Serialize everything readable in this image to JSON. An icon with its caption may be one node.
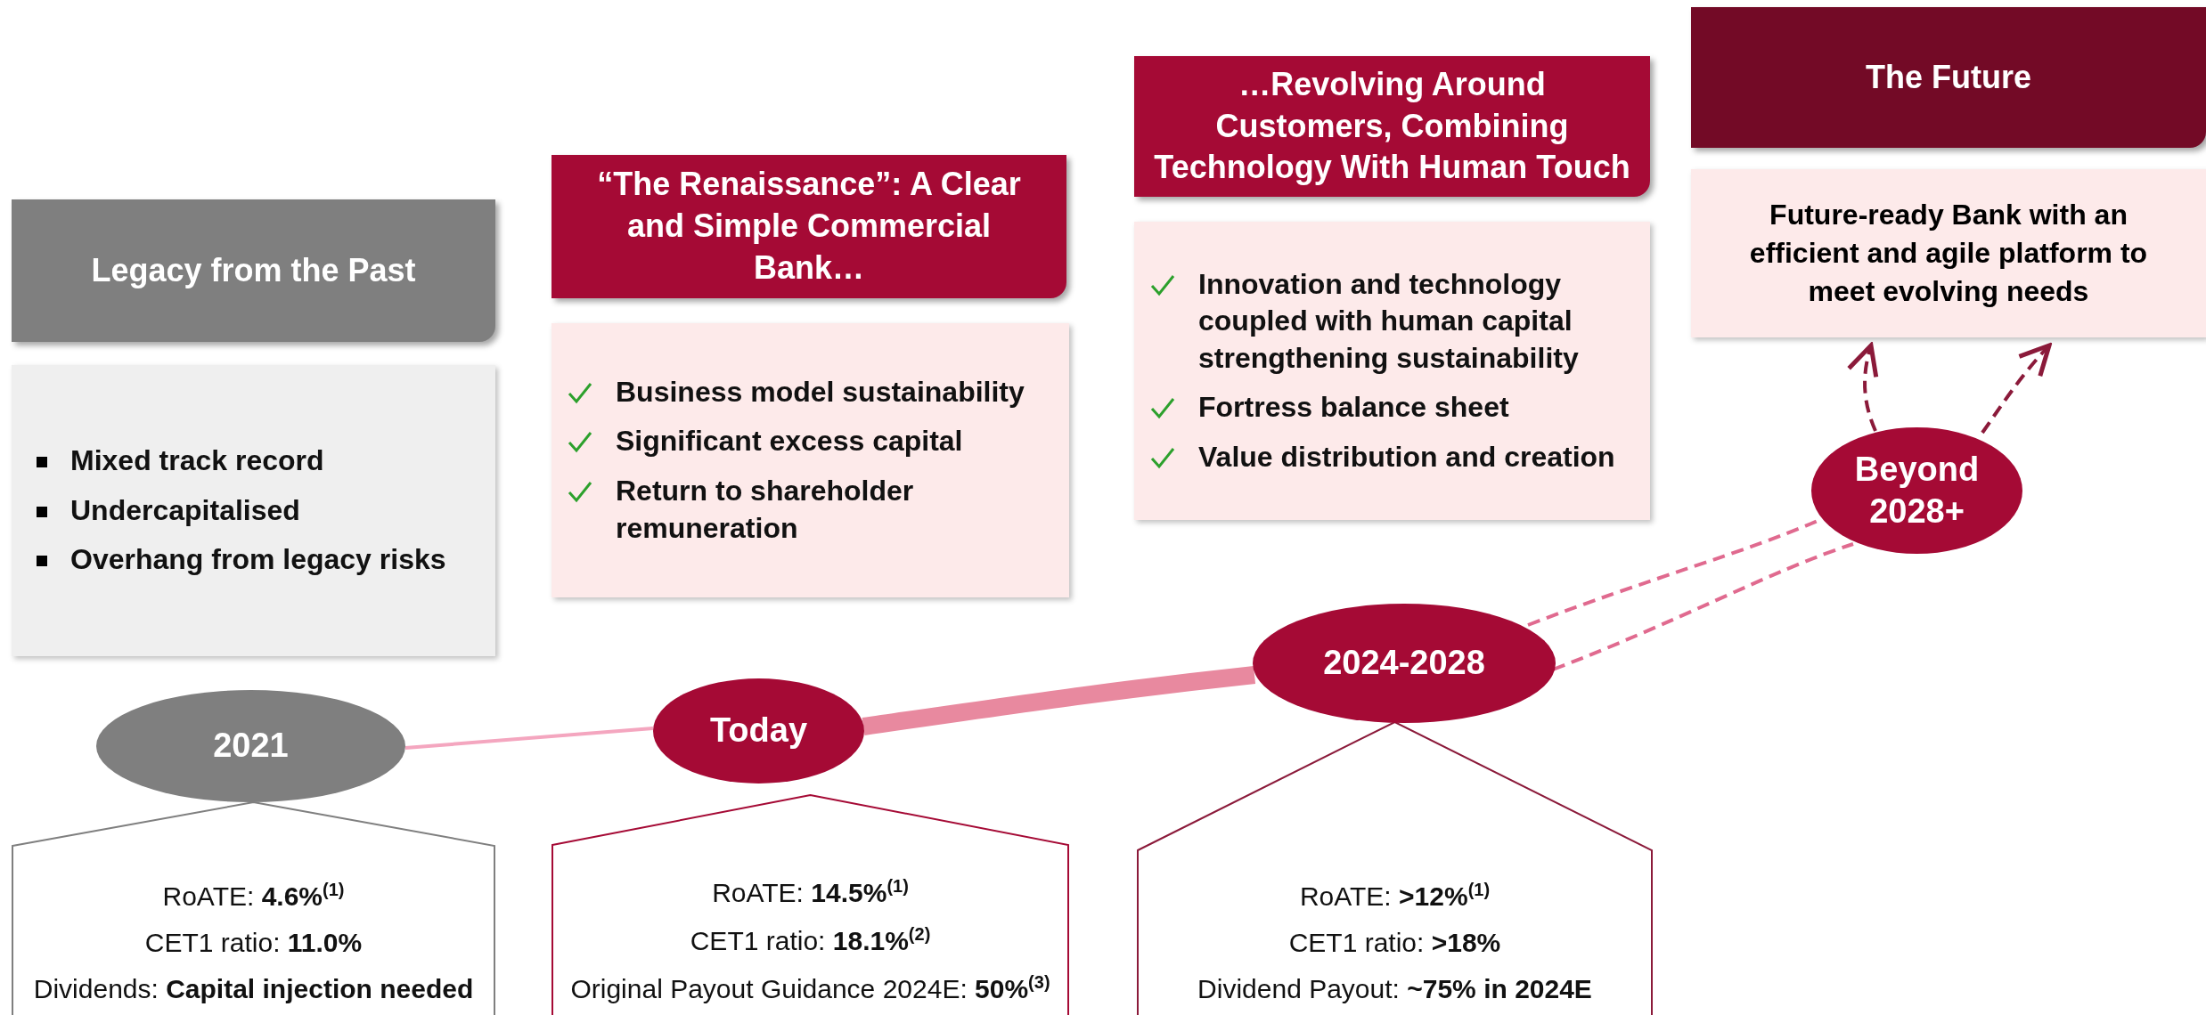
{
  "diagram": {
    "nodes": [
      {
        "text": [
          "Legacy from the Past"
        ]
      },
      {
        "text": [
          "Mixed track record",
          "Undercapitalised",
          "Overhang from legacy risks"
        ]
      },
      {
        "text": [
          "“The Renaissance”: A Clear and Simple Commercial Bank…"
        ]
      },
      {
        "text": [
          "Business model sustainability",
          "Significant excess capital",
          "Return to shareholder remuneration"
        ]
      },
      {
        "text": [
          "…Revolving Around Customers, Combining Technology With Human Touch"
        ]
      },
      {
        "text": [
          "Innovation and technology coupled with human capital strengthening sustainability",
          "Fortress balance sheet",
          "Value distribution and creation"
        ]
      },
      {
        "text": [
          "The Future"
        ]
      },
      {
        "text": [
          "Future-ready Bank with an efficient and agile platform to meet evolving needs"
        ]
      },
      {
        "text": [
          "2021"
        ]
      },
      {
        "text": [
          "Today"
        ]
      },
      {
        "text": [
          "2024-2028"
        ]
      },
      {
        "text": [
          "Beyond 2028+"
        ]
      },
      {
        "text": [
          "RoATE: **4.6%**$^{(1)}$",
          "CET1 ratio: **11.0%**",
          "Dividends: **Capital injection needed**"
        ]
      },
      {
        "text": [
          "RoATE: **14.5%**$^{(1)}$",
          "CET1 ratio: **18.1%**$^{(2)}$",
          "Original Payout Guidance 2024E: **50%**$^{(3)}$"
        ]
      },
      {
        "text": [
          "RoATE: **>12%**$^{(1)}$",
          "CET1 ratio: **>18%**",
          "Dividend Payout: **~75% in 2024E**"
        ]
      }
    ],
    "edges": [
      {
        "from": 8,
        "to": 9,
        "arrow": "none",
        "color": "#f4a6bf"
      },
      {
        "from": 9,
        "to": 10,
        "arrow": "none",
        "style": "thick",
        "color": "#e8899f"
      },
      {
        "from": 10,
        "to": 11,
        "arrow": "none",
        "style": "dashed",
        "color": "#e06a8f"
      },
      {
        "from": 10,
        "to": 11,
        "arrow": "none",
        "style": "dashed",
        "color": "#e06a8f"
      },
      {
        "from": 11,
        "to": 7,
        "arrow": "to",
        "style": "dashed",
        "color": "#8b1a3a"
      },
      {
        "from": 11,
        "to": 7,
        "arrow": "to",
        "style": "dashed",
        "color": "#8b1a3a"
      }
    ]
  }
}
